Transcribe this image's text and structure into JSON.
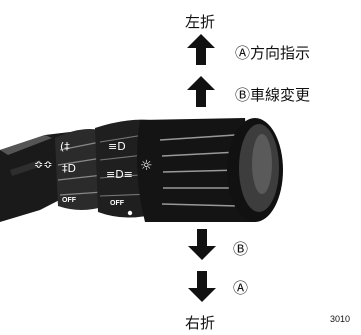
{
  "labels": {
    "turn_left": "左折",
    "turn_right": "右折",
    "position_a_up": "Ⓐ方向指示",
    "position_b_up": "Ⓑ車線変更",
    "position_b_down": "Ⓑ",
    "position_a_down": "Ⓐ",
    "figure_code": "3010"
  },
  "switch_markings": {
    "rear_fog_symbol": "(‡",
    "front_fog_symbol": "‡D",
    "marker_symbol": "≎≎",
    "parking_symbol": "≡D",
    "lamp_symbol": "≡D≡",
    "headlamp_symbol": "☼",
    "off_label_1": "OFF",
    "off_label_2": "OFF"
  }
}
